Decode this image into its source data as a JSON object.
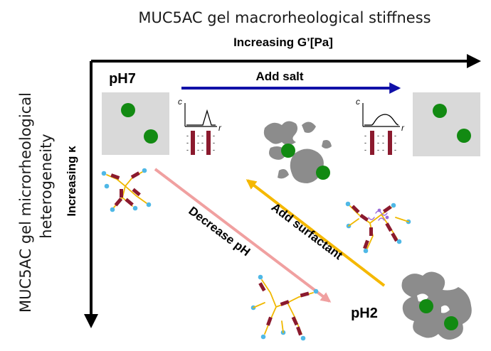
{
  "top_axis": {
    "title": "MUC5AC gel macrorheological stiffness",
    "label": "Increasing G’[Pa]"
  },
  "left_axis": {
    "title_line1": "MUC5AC gel microrheological",
    "title_line2": "heterogeneity",
    "label": "Increasing κ"
  },
  "states": {
    "ph7": "pH7",
    "ph2": "pH2"
  },
  "arrows": {
    "add_salt": "Add salt",
    "decrease_ph": "Decrease pH",
    "add_surfactant": "Add surfactant"
  },
  "plot_axes": {
    "c": "c",
    "r": "r"
  },
  "colors": {
    "salt_arrow": "#1010a8",
    "decrease_ph_arrow": "#f0a0a0",
    "surfactant_arrow": "#f5b800",
    "bead": "#128a12",
    "gel_box": "#d9d9d9",
    "gel_cluster": "#8c8c8c",
    "mucin_chain": "#8b1a2e",
    "mucin_end": "#4fb8e6"
  }
}
